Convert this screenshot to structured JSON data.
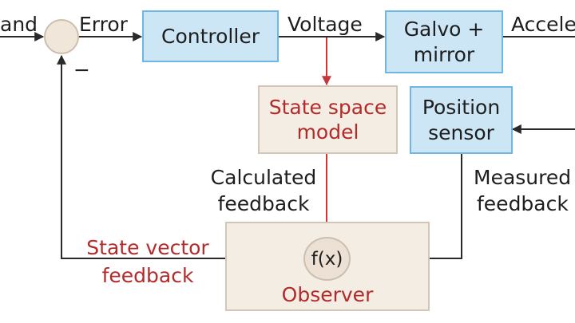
{
  "labels": {
    "command": "and",
    "error": "Error",
    "voltage": "Voltage",
    "acceleration": "Accele",
    "minus": "−",
    "calc_1": "Calculated",
    "calc_2": "feedback",
    "meas_1": "Measured",
    "meas_2": "feedback",
    "sv_1": "State vector",
    "sv_2": "feedback"
  },
  "blocks": {
    "controller": "Controller",
    "galvo_1": "Galvo +",
    "galvo_2": "mirror",
    "ssm_1": "State space",
    "ssm_2": "model",
    "pos_1": "Position",
    "pos_2": "sensor",
    "observer": "Observer",
    "fx": "f(x)"
  },
  "colors": {
    "blue_fill": "#cce6f6",
    "blue_border": "#6fb7e3",
    "beige_fill": "#f4ede4",
    "beige_border": "#d4c6b6",
    "accent_red": "#b22a2a",
    "line": "#2a2a2a"
  }
}
